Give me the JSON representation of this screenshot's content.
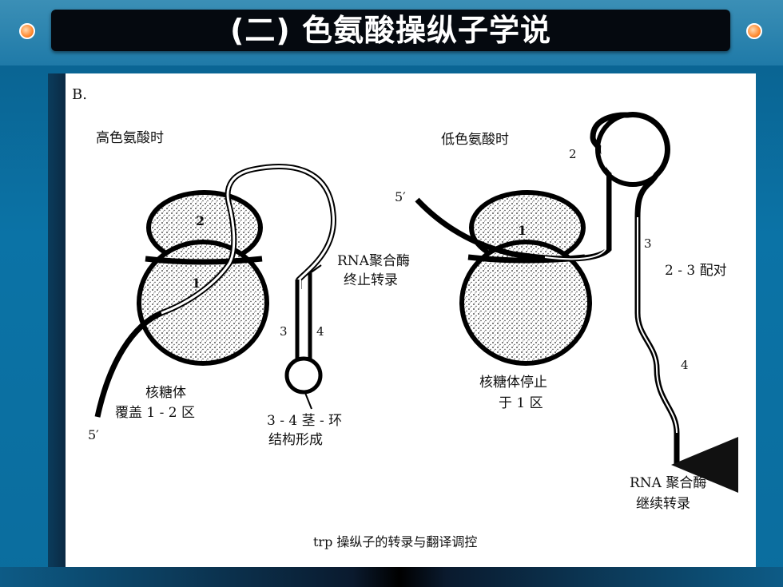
{
  "title": "(二) 色氨酸操纵子学说",
  "figure": {
    "panel_letter": "B.",
    "left": {
      "condition": "高色氨酸时",
      "region_1": "1",
      "region_2": "2",
      "region_3": "3",
      "region_4": "4",
      "five_prime": "5′",
      "ribosome_label_1": "核糖体",
      "ribosome_label_2": "覆盖 1 - 2 区",
      "terminator_label_1": "RNA聚合酶",
      "terminator_label_2": "终止转录",
      "stemloop_label_1": "3 - 4 茎 - 环",
      "stemloop_label_2": "结构形成"
    },
    "right": {
      "condition": "低色氨酸时",
      "region_1": "1",
      "region_2": "2",
      "region_3": "3",
      "region_4": "4",
      "five_prime": "5′",
      "pairing_label": "2 - 3 配对",
      "ribosome_label_1": "核糖体停止",
      "ribosome_label_2": "于 1 区",
      "continue_label_1": "RNA 聚合酶",
      "continue_label_2": "继续转录"
    },
    "caption": "trp 操纵子的转录与翻译调控"
  }
}
